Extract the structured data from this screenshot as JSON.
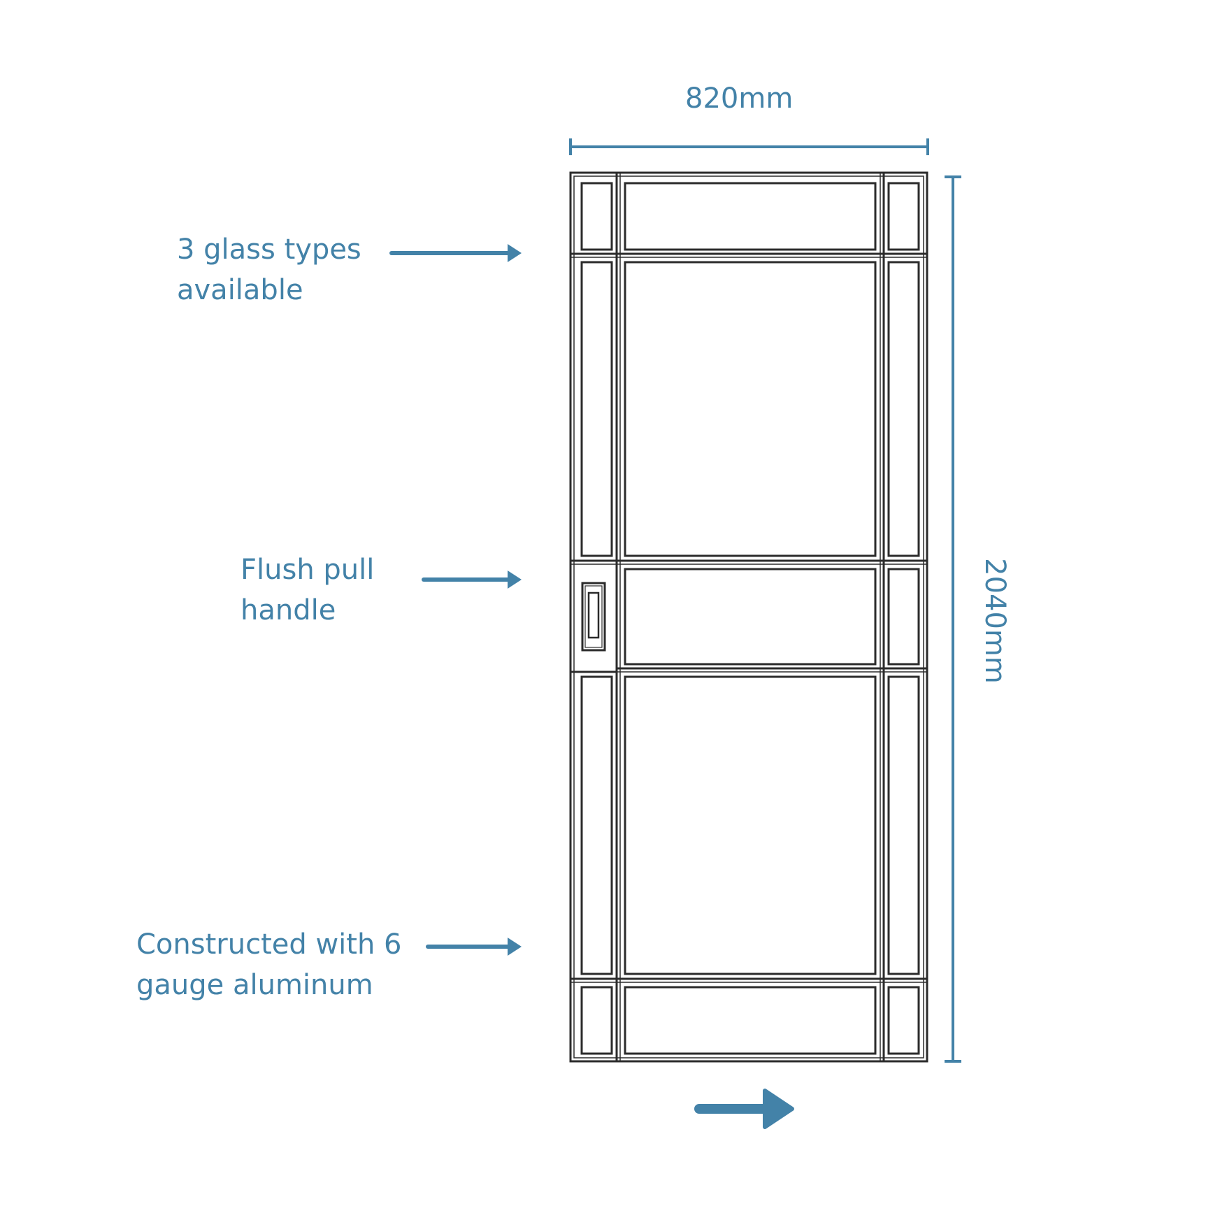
{
  "colors": {
    "accent": "#4382a8",
    "frame": "#2b2b2b"
  },
  "dimensions": {
    "width": "820mm",
    "height": "2040mm"
  },
  "callouts": {
    "glass": {
      "line1": "3 glass types",
      "line2": "available"
    },
    "handle": {
      "line1": "Flush pull",
      "line2": "handle"
    },
    "construction": {
      "line1": "Constructed with 6",
      "line2": "gauge aluminum"
    }
  },
  "icons": {
    "callout_arrow": "arrow-right-icon",
    "slide_direction": "arrow-right-icon"
  }
}
